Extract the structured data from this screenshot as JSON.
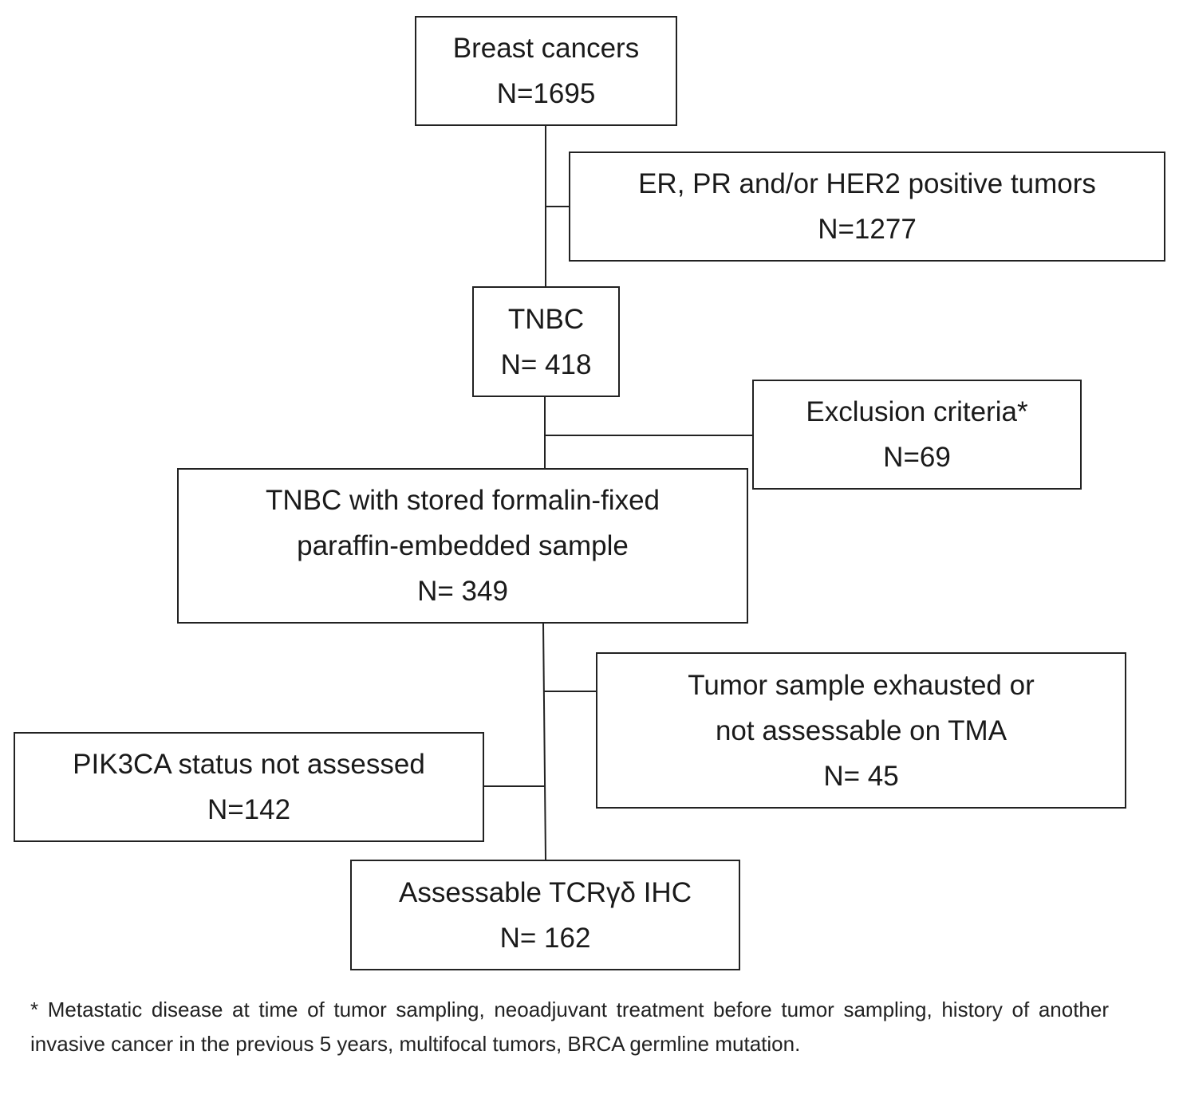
{
  "boxes": {
    "breast_cancers": {
      "label": "Breast cancers",
      "n": "N=1695"
    },
    "receptor_positive": {
      "label": "ER, PR and/or HER2 positive tumors",
      "n": "N=1277"
    },
    "tnbc": {
      "label": "TNBC",
      "n": "N= 418"
    },
    "exclusion": {
      "label": "Exclusion criteria*",
      "n": "N=69"
    },
    "tnbc_ffpe": {
      "line1": "TNBC with stored formalin-fixed",
      "line2": "paraffin-embedded  sample",
      "n": "N= 349"
    },
    "exhausted": {
      "line1": "Tumor sample exhausted or",
      "line2": "not assessable on TMA",
      "n": "N= 45"
    },
    "pik3ca": {
      "label": "PIK3CA status not assessed",
      "n": "N=142"
    },
    "assessable": {
      "label": "Assessable TCRγδ  IHC",
      "n": "N= 162"
    }
  },
  "footnote": "* Metastatic disease at time of tumor sampling, neoadjuvant treatment before tumor sampling, history of another invasive cancer in the previous 5 years, multifocal tumors, BRCA germline mutation."
}
